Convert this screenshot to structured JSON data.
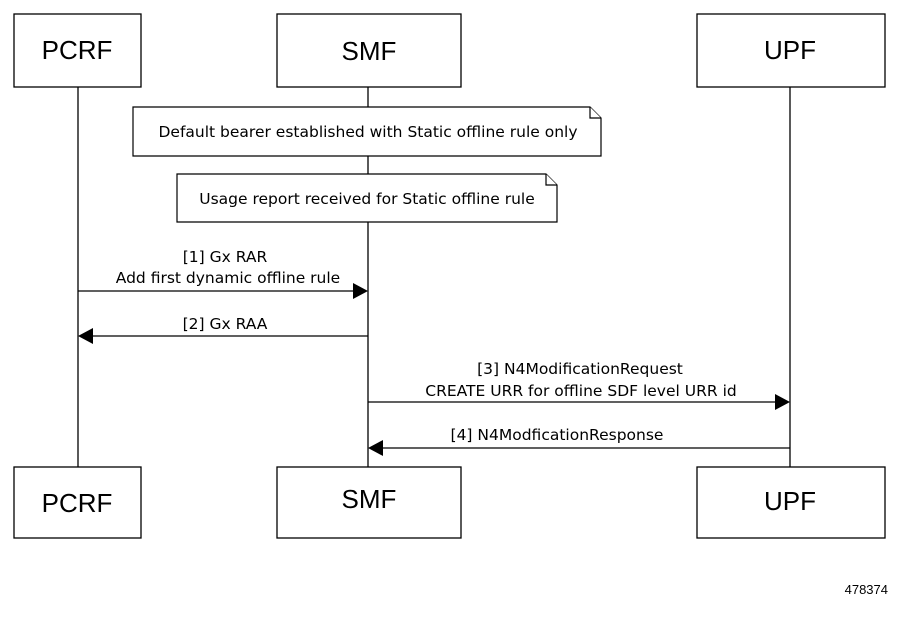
{
  "actors": {
    "pcrf": "PCRF",
    "smf": "SMF",
    "upf": "UPF"
  },
  "notes": {
    "default_bearer": "Default bearer established with Static offline rule only",
    "usage_report": "Usage report received for Static offline rule"
  },
  "messages": {
    "m1_line1": "[1] Gx RAR",
    "m1_line2": "Add first dynamic offline rule",
    "m2": "[2] Gx RAA",
    "m3_line1": "[3] N4ModificationRequest",
    "m3_line2": "CREATE URR for offline SDF level URR id",
    "m4": "[4] N4ModficationResponse"
  },
  "figure_number": "478374"
}
